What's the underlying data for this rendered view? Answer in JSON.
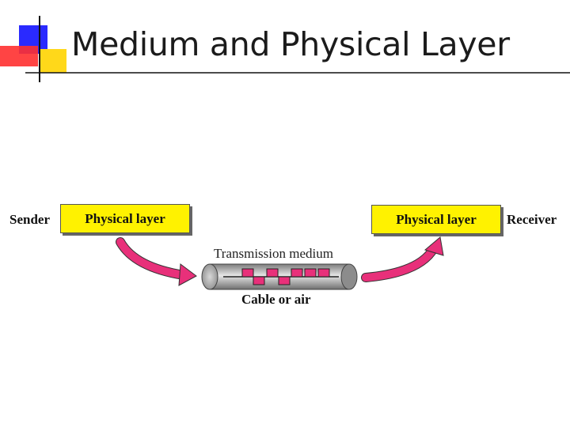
{
  "slide": {
    "title": "Medium and Physical Layer"
  },
  "diagram": {
    "sender_label": "Sender",
    "receiver_label": "Receiver",
    "sender_box_label": "Physical layer",
    "receiver_box_label": "Physical layer",
    "medium_label": "Transmission medium",
    "cable_label": "Cable or air"
  },
  "colors": {
    "box_fill": "#fff200",
    "arrow": "#e8307a",
    "signal": "#e8307a",
    "cable_gray": "#9a9a9a",
    "deco_blue": "#2a2aff",
    "deco_yellow": "#ffd81a",
    "deco_red": "#ff3030"
  }
}
